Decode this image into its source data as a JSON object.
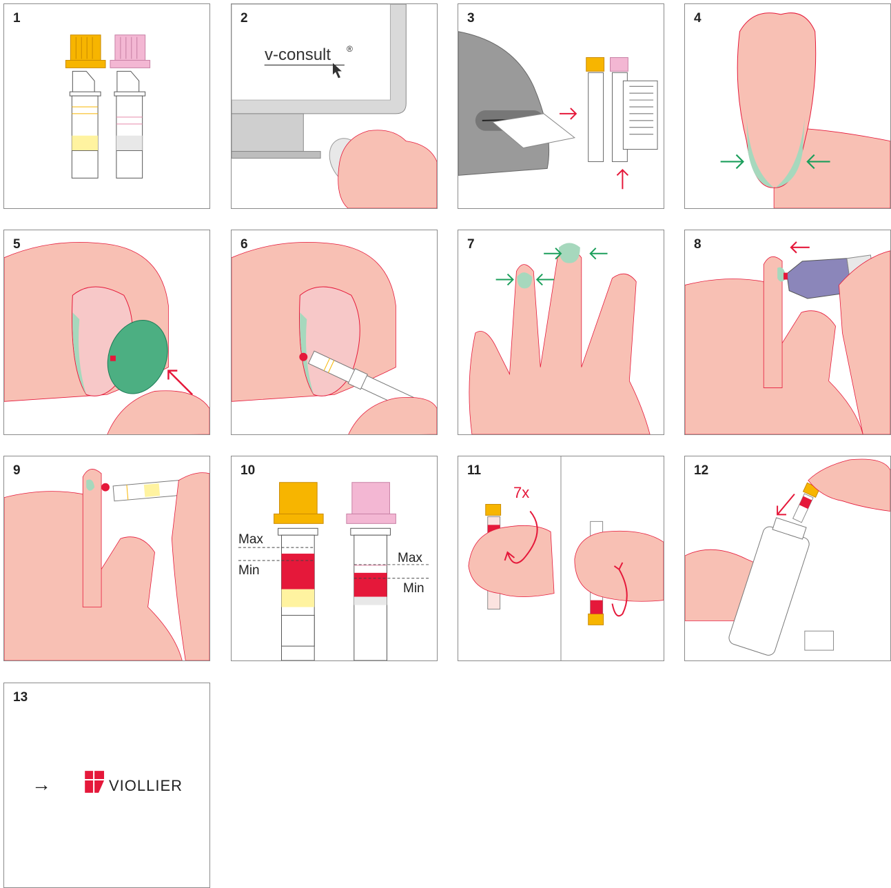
{
  "steps": [
    {
      "number": "1"
    },
    {
      "number": "2"
    },
    {
      "number": "3"
    },
    {
      "number": "4"
    },
    {
      "number": "5"
    },
    {
      "number": "6"
    },
    {
      "number": "7"
    },
    {
      "number": "8"
    },
    {
      "number": "9"
    },
    {
      "number": "10"
    },
    {
      "number": "11"
    },
    {
      "number": "12"
    },
    {
      "number": "13"
    }
  ],
  "labels": {
    "monitor_brand": "v-consult",
    "registered_mark": "®",
    "max": "Max",
    "min": "Min",
    "invert_count": "7x",
    "arrow_symbol": "→",
    "lab_name": "VIOLLIER"
  },
  "colors": {
    "skin": "#f8c0b4",
    "skin_outline": "#e5183a",
    "squeeze_zone": "#a6d8bd",
    "arrow_green": "#1a9e5a",
    "arrow_red": "#e5183a",
    "blood": "#e5183a",
    "yellow_cap": "#f7b500",
    "pink_cap": "#f3b7d3",
    "serum_yellow": "#fff3a0",
    "lancet_purple": "#8b86ba",
    "printer_grey": "#9a9a9a"
  }
}
